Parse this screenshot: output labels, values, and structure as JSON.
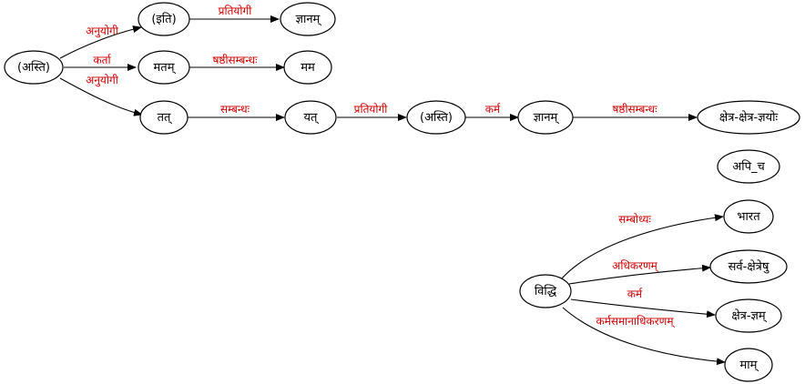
{
  "colors": {
    "edge_label": "#d00000",
    "node_stroke": "#000000",
    "edge_stroke": "#000000",
    "background": "#ffffff"
  },
  "nodes": {
    "asti1": "(अस्ति)",
    "iti": "(इति)",
    "jnanam1": "ज्ञानम्",
    "matam": "मतम्",
    "mama": "मम",
    "tat": "तत्",
    "yat": "यत्",
    "asti2": "(अस्ति)",
    "jnanam2": "ज्ञानम्",
    "ksetra_jnayoh": "क्षेत्र-क्षेत्र-ज्ञयोः",
    "api_ca": "अपि_च",
    "bharata": "भारत",
    "viddhi": "विद्धि",
    "sarva_ksetresu": "सर्व-क्षेत्रेषु",
    "ksetra_jnam": "क्षेत्र-ज्ञम्",
    "mam": "माम्"
  },
  "edges": {
    "asti1_iti": "अनुयोगी",
    "asti1_matam": "कर्ता",
    "asti1_tat": "अनुयोगी",
    "iti_jnanam1": "प्रतियोगी",
    "matam_mama": "षष्ठीसम्बन्धः",
    "tat_yat": "सम्बन्धः",
    "yat_asti2": "प्रतियोगी",
    "asti2_jnanam2": "कर्म",
    "jnanam2_ksetra": "षष्ठीसम्बन्धः",
    "viddhi_bharata": "सम्बोध्यः",
    "viddhi_sarva": "अधिकरणम्",
    "viddhi_ksetrajnam": "कर्म",
    "viddhi_mam": "कर्मसमानाधिकरणम्"
  }
}
